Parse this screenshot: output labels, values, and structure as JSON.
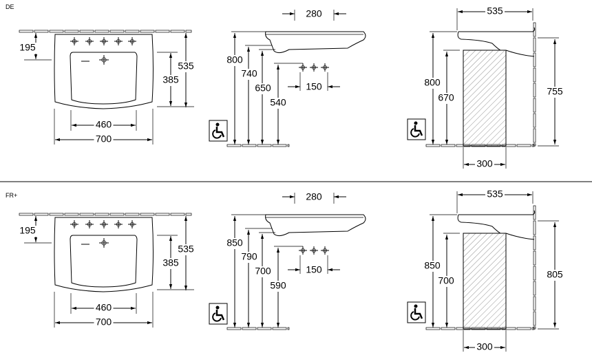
{
  "panels": [
    {
      "label": "DE",
      "front_view": {
        "tap_depth": "195",
        "bowl_depth": "385",
        "total_depth": "535",
        "bowl_width": "460",
        "total_width": "700"
      },
      "side_view": {
        "width_top": "280",
        "height_rim": "800",
        "height_underside": "740",
        "height_bowl": "650",
        "height_trap": "540",
        "tap_spacing": "150"
      },
      "clearance_view": {
        "projection": "535",
        "height_rim": "800",
        "knee_clearance": "670",
        "wall_height": "755",
        "knee_depth": "300"
      },
      "icon": "wheelchair-accessible-icon"
    },
    {
      "label": "FR+",
      "front_view": {
        "tap_depth": "195",
        "bowl_depth": "385",
        "total_depth": "535",
        "bowl_width": "460",
        "total_width": "700"
      },
      "side_view": {
        "width_top": "280",
        "height_rim": "850",
        "height_underside": "790",
        "height_bowl": "700",
        "height_trap": "590",
        "tap_spacing": "150"
      },
      "clearance_view": {
        "projection": "535",
        "height_rim": "850",
        "knee_clearance": "700",
        "wall_height": "805",
        "knee_depth": "300"
      },
      "icon": "wheelchair-accessible-icon"
    }
  ]
}
